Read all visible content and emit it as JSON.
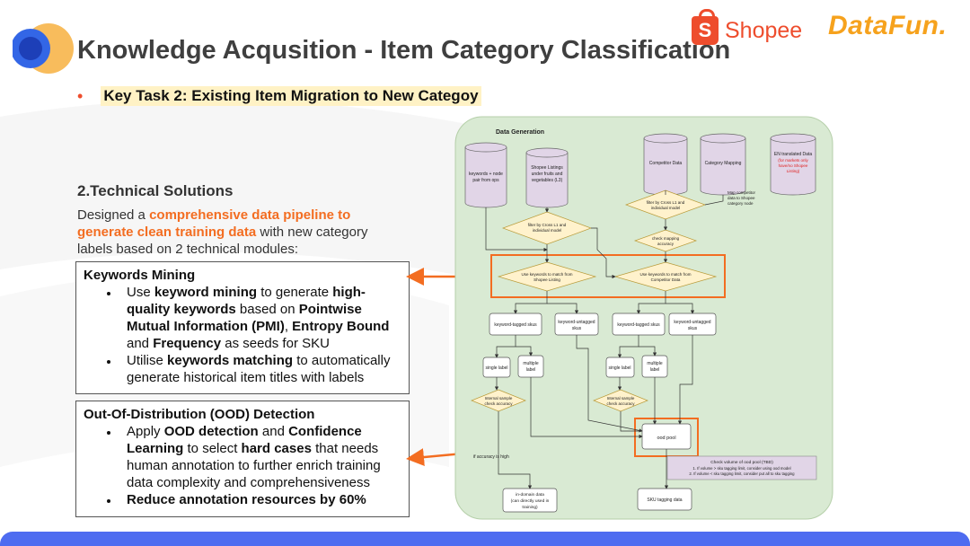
{
  "title": "Knowledge Acqusition - Item Category Classification",
  "brand": {
    "shopee": "Shopee",
    "shopee_glyph": "S",
    "datafun": "DataFun.",
    "shopee_color": "#ee4d2d",
    "datafun_color": "#f6a21d"
  },
  "key_task": "Key Task 2: Existing Item Migration to New Categoy",
  "section": {
    "heading": "2.Technical Solutions",
    "desc_1": "Designed a ",
    "desc_highlight": "comprehensive data pipeline to generate clean training data",
    "desc_2": " with new category labels based on 2 technical modules:"
  },
  "keywords_box": {
    "title": "Keywords Mining",
    "b1_t1": "Use ",
    "b1_b1": "keyword mining",
    "b1_t2": " to generate ",
    "b1_b2": "high-quality keywords",
    "b1_t3": " based on ",
    "b1_b3": "Pointwise Mutual Information (PMI)",
    "b1_t4": ", ",
    "b1_b4": "Entropy Bound",
    "b1_t5": " and ",
    "b1_b5": "Frequency",
    "b1_t6": " as seeds for SKU",
    "b2_t1": "Utilise ",
    "b2_b1": "keywords matching",
    "b2_t2": " to automatically generate historical item titles with labels"
  },
  "ood_box": {
    "title": "Out-Of-Distribution (OOD) Detection",
    "b1_t1": "Apply ",
    "b1_b1": "OOD detection",
    "b1_t2": " and ",
    "b1_b2": "Confidence Learning",
    "b1_t3": " to select ",
    "b1_b3": "hard cases",
    "b1_t4": " that needs human annotation to further enrich training data complexity and comprehensiveness",
    "b2_b1": "Reduce annotation resources by 60%"
  },
  "diagram": {
    "header": "Data Generation",
    "keywords_node": "keywords + node pair from ops",
    "shopee_listings": "Shopee Listings under fruits and vegetables (L3)",
    "competitor_data": "Competitor Data",
    "category_mapping": "Category Mapping",
    "en_translated": "EN translated Data",
    "en_translated_note": "(for markets only have/no Shopee Listing)",
    "map_note": "Map competitor data to Shopee category node",
    "filter_left": "filter by Cross L1 and individual model",
    "filter_right": "filter by Cross L1 and individual model",
    "check_mapping": "check mapping accuracy",
    "match_shopee": "Use keywords to match from Shopee Listing",
    "match_competitor": "Use keywords to match from Competitor Data",
    "tagged_left": "keyword-tagged skus",
    "untagged_left": "keyword-untagged skus",
    "tagged_right": "keyword-tagged skus",
    "untagged_right": "keyword-untagged skus",
    "single_left": "single label",
    "multiple_left": "multiple label",
    "single_right": "single label",
    "multiple_right": "multiple label",
    "internal_left": "Internal sample check accuracy",
    "internal_right": "Internal sample check accuracy",
    "ood_pool": "ood pool",
    "accuracy_high": "if accuracy is high",
    "check_volume_title": "Check volume of ood pool (TBD)",
    "check_volume_1": "1. If volume > sku tagging limit, consider using ood model",
    "check_volume_2": "2. If volume < sku tagging limit, consider put all to sku tagging",
    "in_domain": "in-domain data (can directly used in training)",
    "sku_tagging": "SKU tagging data",
    "colors": {
      "panel": "#d9ead3",
      "cylinder": "#e1d5e7",
      "decision": "#fff2cc",
      "highlight": "#f36d21",
      "note": "#e1d5e7"
    }
  }
}
